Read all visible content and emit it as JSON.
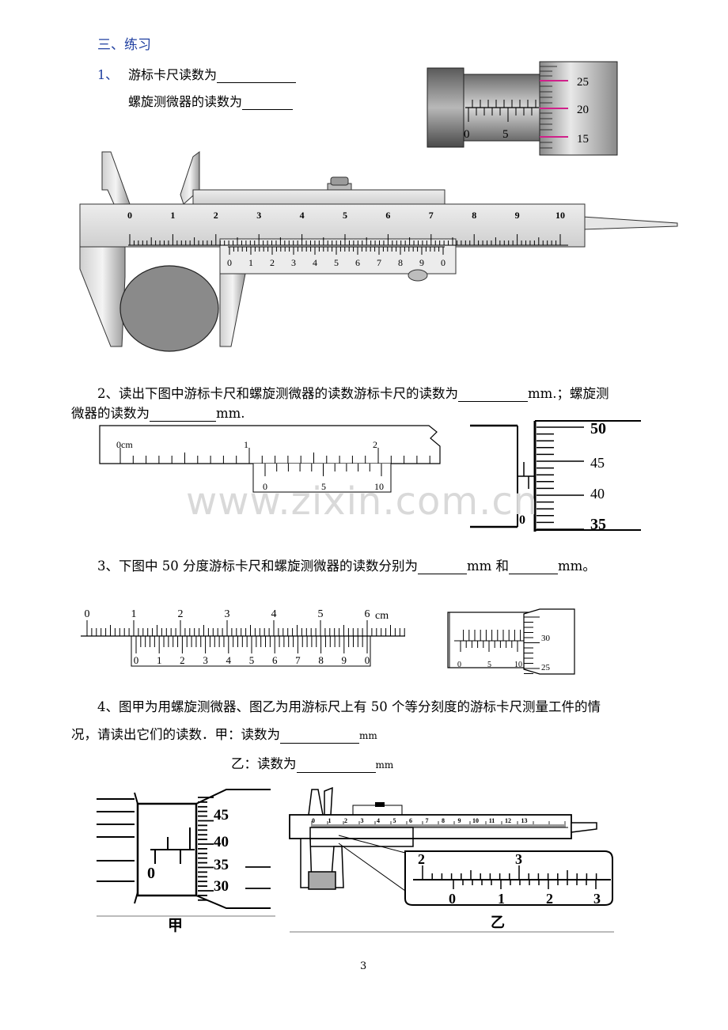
{
  "section_heading": "三、练习",
  "q1": {
    "number": "1、",
    "line1": "游标卡尺读数为",
    "line2": "螺旋测微器的读数为",
    "micrometer_thimble_labels": [
      "25",
      "20",
      "15"
    ],
    "micrometer_sleeve_labels": [
      "0",
      "5"
    ],
    "caliper_main_labels": [
      "0",
      "1",
      "2",
      "3",
      "4",
      "5",
      "6",
      "7",
      "8",
      "9",
      "10"
    ],
    "caliper_vernier_labels": [
      "0",
      "1",
      "2",
      "3",
      "4",
      "5",
      "6",
      "7",
      "8",
      "9",
      "0"
    ]
  },
  "q2": {
    "text_part1": "2、读出下图中游标卡尺和螺旋测微器的读数游标卡尺的读数为",
    "text_part2": "mm.；螺旋测",
    "text_part3": "微器的读数为",
    "text_part4": "mm.",
    "main_labels": [
      "0cm",
      "1",
      "2"
    ],
    "vernier_labels": [
      "0",
      "5",
      "10"
    ],
    "thimble_labels": [
      "50",
      "45",
      "40",
      "35"
    ],
    "sleeve_label": "0"
  },
  "watermark": "www.zixin.com.cn",
  "q3": {
    "text_part1": "3、下图中 50 分度游标卡尺和螺旋测微器的读数分别为",
    "text_part2": "mm 和",
    "text_part3": "mm。",
    "main_labels": [
      "0",
      "1",
      "2",
      "3",
      "4",
      "5",
      "6"
    ],
    "unit": "cm",
    "vernier_labels": [
      "0",
      "1",
      "2",
      "3",
      "4",
      "5",
      "6",
      "7",
      "8",
      "9",
      "0"
    ],
    "micro_sleeve_labels": [
      "0",
      "5",
      "10"
    ],
    "micro_thimble_labels": [
      "30",
      "25"
    ]
  },
  "q4": {
    "text_line1": "4、图甲为用螺旋测微器、图乙为用游标尺上有 50 个等分刻度的游标卡尺测量工件的情",
    "text_line2": "况，请读出它们的读数．甲：读数为",
    "unit": "mm",
    "text_line3": "乙：读数为",
    "jia_label": "甲",
    "yi_label": "乙",
    "jia_thimble_labels": [
      "45",
      "40",
      "35",
      "30"
    ],
    "jia_sleeve_label": "0",
    "yi_small_labels": [
      "0",
      "1",
      "2",
      "3",
      "4",
      "5",
      "6",
      "7",
      "8",
      "9",
      "10",
      "11",
      "12",
      "13"
    ],
    "yi_zoom_main_labels": [
      "2",
      "3"
    ],
    "yi_zoom_vernier_labels": [
      "0",
      "1",
      "2",
      "3"
    ]
  },
  "page_number": "3"
}
